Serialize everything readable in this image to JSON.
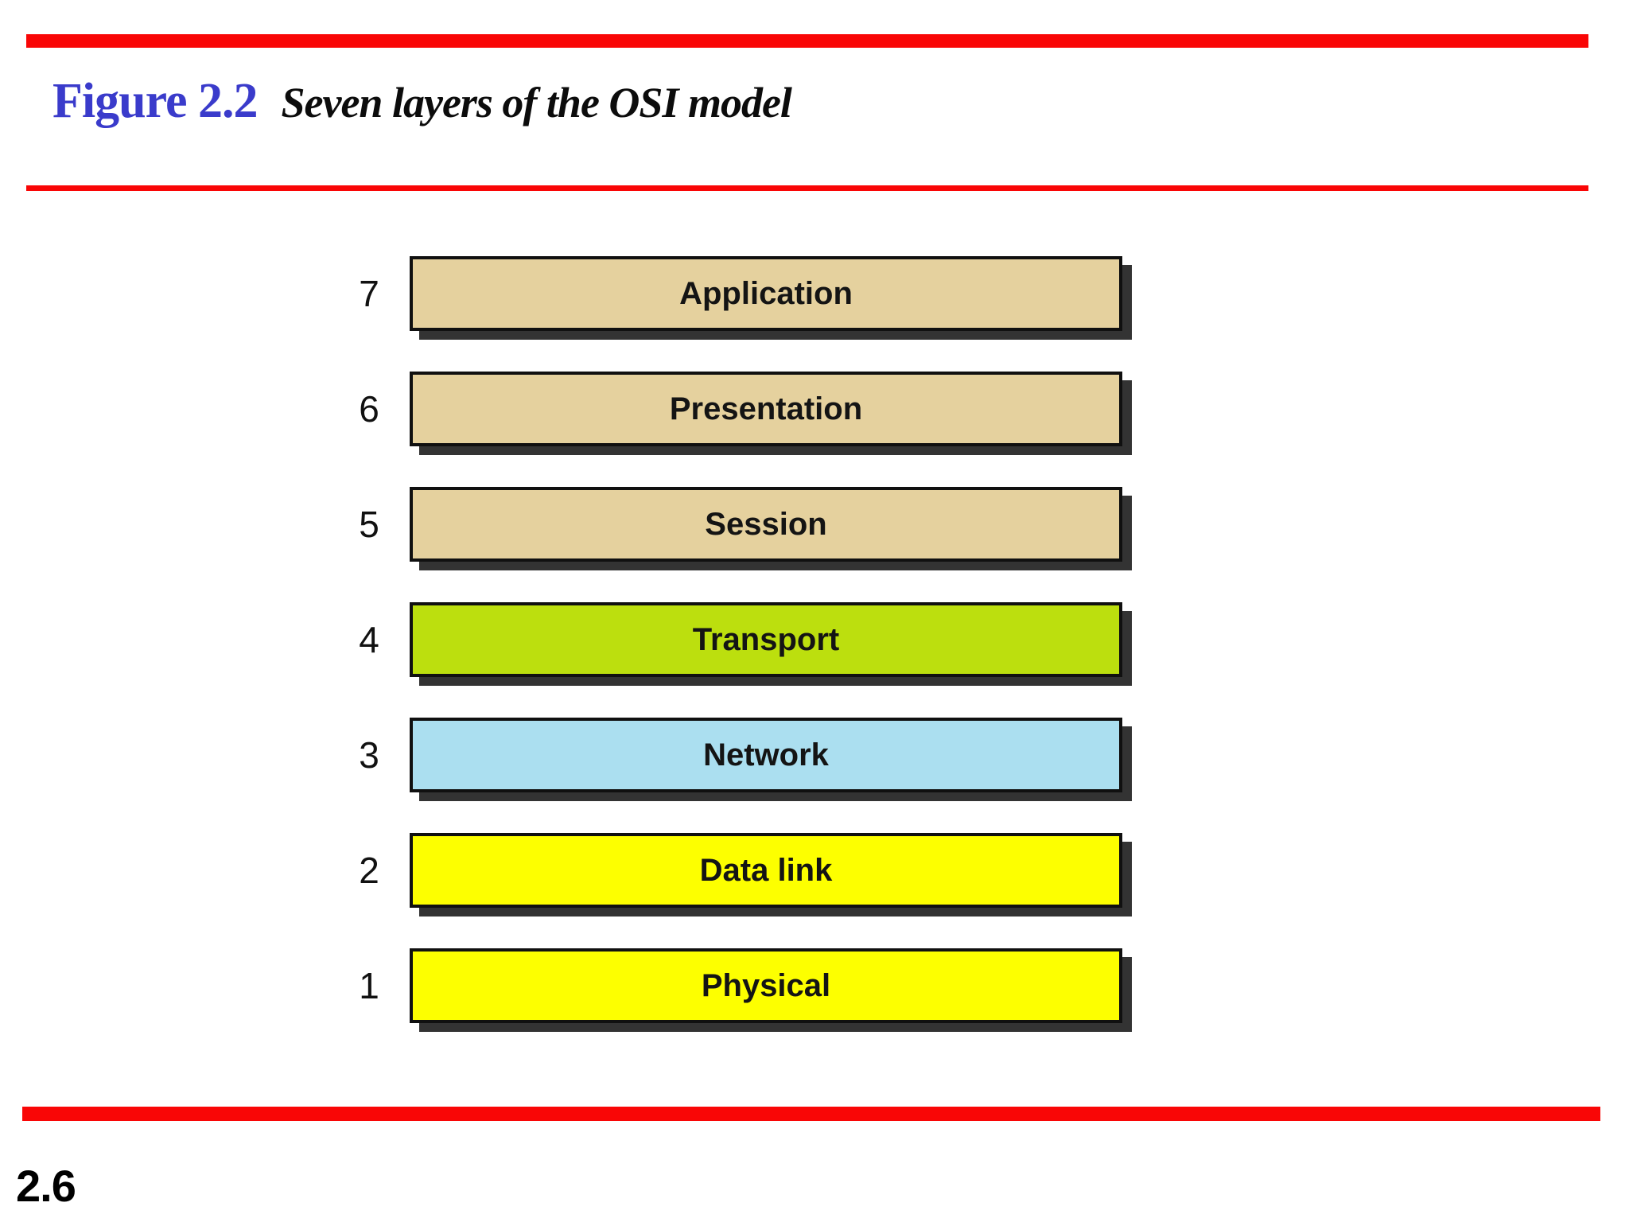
{
  "slide": {
    "figure_label": "Figure 2.2",
    "figure_title": "Seven layers of the OSI model",
    "page_number": "2.6"
  },
  "colors": {
    "accent_red": "#f90606",
    "figure_label_blue": "#3a3bcb",
    "layer_tan": "#e5d19e",
    "layer_green": "#bcdf0e",
    "layer_blue": "#abdff0",
    "layer_yellow": "#fdff00",
    "box_shadow": "#333333"
  },
  "layers": [
    {
      "number": "7",
      "name": "Application",
      "color": "#e5d19e"
    },
    {
      "number": "6",
      "name": "Presentation",
      "color": "#e5d19e"
    },
    {
      "number": "5",
      "name": "Session",
      "color": "#e5d19e"
    },
    {
      "number": "4",
      "name": "Transport",
      "color": "#bcdf0e"
    },
    {
      "number": "3",
      "name": "Network",
      "color": "#abdff0"
    },
    {
      "number": "2",
      "name": "Data link",
      "color": "#fdff00"
    },
    {
      "number": "1",
      "name": "Physical",
      "color": "#fdff00"
    }
  ]
}
